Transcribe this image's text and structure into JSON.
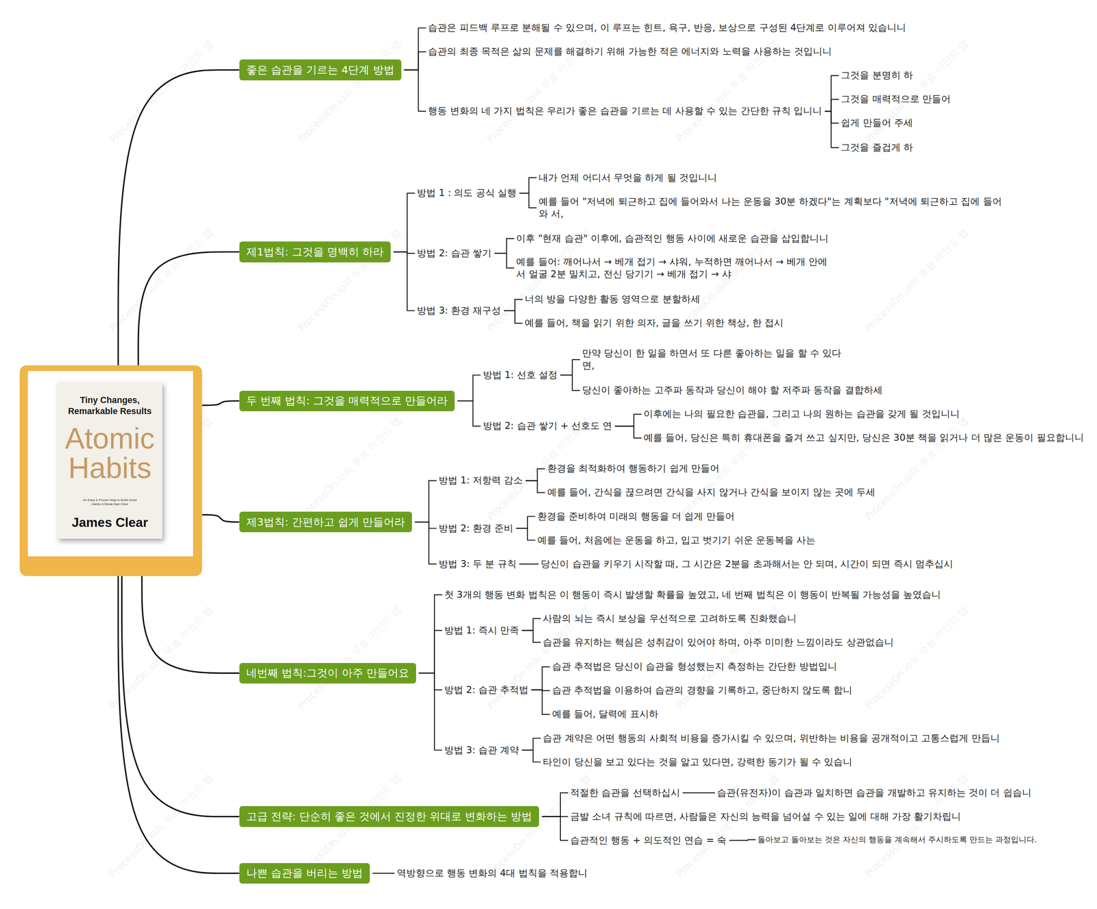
{
  "diagram": {
    "nodes": [
      {
        "text": [
          "Tiny Changes, Remarkable Results",
          "Atomic Habits",
          "An Easy & Proven Way to Build Good Habits & Break Bad Ones",
          "James Clear"
        ]
      },
      {
        "text": [
          "좋은 습관을 기르는 4단계 방법"
        ]
      },
      {
        "text": [
          "습관은 피드백 루프로 분해될 수 있으며, 이 루프는 힌트, 욕구, 반응, 보상으로 구성된 4단계로 이루어져 있습니니"
        ]
      },
      {
        "text": [
          "습관의 최종 목적은 삶의 문제를 해결하기 위해 가능한 적은 에너지와 노력을 사용하는 것입니니"
        ]
      },
      {
        "text": [
          "행동 변화의 네 가지 법칙은 우리가 좋은 습관을 기르는 데 사용할 수 있는 간단한 규칙 입니니"
        ]
      },
      {
        "text": [
          "그것을 분명히 하"
        ]
      },
      {
        "text": [
          "그것을 매력적으로 만들어"
        ]
      },
      {
        "text": [
          "쉽게 만들어 주세"
        ]
      },
      {
        "text": [
          "그것을 즐겁게 하"
        ]
      },
      {
        "text": [
          "제1법칙: 그것을 명백히 하라"
        ]
      },
      {
        "text": [
          "방법 1 : 의도 공식 실행"
        ]
      },
      {
        "text": [
          "내가 언제 어디서 무엇을 하게 될 것입니니"
        ]
      },
      {
        "text": [
          "예를 들어 \"저녁에 퇴근하고 집에 들어와서 나는 운동을 30분 하겠다\"는 계획보다 \"저녁에 퇴근하고 집에 들어와 서,"
        ]
      },
      {
        "text": [
          "방법 2: 습관 쌓기"
        ]
      },
      {
        "text": [
          "이후 \"현재 습관\" 이후에, 습관적인 행동 사이에 새로운 습관을 삽입합니니"
        ]
      },
      {
        "text": [
          "예를 들어: 깨어나서 → 베개 접기 → 샤워, 누적하면 깨어나서 → 베개 안에서 얼굴 2분 밀치고, 전신 당기기 → 베개 접기 → 샤"
        ]
      },
      {
        "text": [
          "방법 3: 환경 재구성"
        ]
      },
      {
        "text": [
          "너의 방을 다양한 활동 영역으로 분할하세"
        ]
      },
      {
        "text": [
          "예를 들어, 책을 읽기 위한 의자, 글을 쓰기 위한 책상, 한 접시"
        ]
      },
      {
        "text": [
          "두 번째 법칙: 그것을 매력적으로 만들어라"
        ]
      },
      {
        "text": [
          "방법 1: 선호 설정"
        ]
      },
      {
        "text": [
          "만약 당신이 한 일을 하면서 또 다른 좋아하는 일을 할 수 있다 면,"
        ]
      },
      {
        "text": [
          "당신이 좋아하는 고주파 동작과 당신이 해야 할 저주파 동작을 결합하세"
        ]
      },
      {
        "text": [
          "방법 2: 습관 쌓기 + 선호도 연"
        ]
      },
      {
        "text": [
          "이후에는 나의 필요한 습관을, 그리고 나의 원하는 습관을 갖게 될 것입니니"
        ]
      },
      {
        "text": [
          "예를 들어, 당신은 특히 휴대폰을 즐겨 쓰고 싶지만, 당신은 30분 책을 읽거나 더 많은 운동이 필요합니니"
        ]
      },
      {
        "text": [
          "제3법칙: 간편하고 쉽게 만들어라"
        ]
      },
      {
        "text": [
          "방법 1: 저항력 감소"
        ]
      },
      {
        "text": [
          "환경을 최적화하여 행동하기 쉽게 만들어"
        ]
      },
      {
        "text": [
          "예를 들어, 간식을 끊으려면 간식을 사지 않거나 간식을 보이지 않는 곳에 두세"
        ]
      },
      {
        "text": [
          "방법 2: 환경 준비"
        ]
      },
      {
        "text": [
          "환경을 준비하여 미래의 행동을 더 쉽게 만들어"
        ]
      },
      {
        "text": [
          "예를 들어, 처음에는 운동을 하고, 입고 벗기기 쉬운 운동복을 사는"
        ]
      },
      {
        "text": [
          "방법 3: 두 분 규칙"
        ]
      },
      {
        "text": [
          "당신이 습관을 키우기 시작할 때, 그 시간은 2분을 초과해서는 안 되며, 시간이 되면 즉시 멈추십시"
        ]
      },
      {
        "text": [
          "네번째 법칙:그것이 아주 만들어요"
        ]
      },
      {
        "text": [
          "첫 3개의 행동 변화 법칙은 이 행동이 즉시 발생할 확률을 높였고, 네 번째 법칙은 이 행동이 반복될 가능성을 높였습니"
        ]
      },
      {
        "text": [
          "방법 1: 즉시 만족"
        ]
      },
      {
        "text": [
          "사람의 뇌는 즉시 보상을 우선적으로 고려하도록 진화했습니"
        ]
      },
      {
        "text": [
          "습관을 유지하는 핵심은 성취감이 있어야 하며, 아주 미미한 느낌이라도 상관없습니"
        ]
      },
      {
        "text": [
          "방법 2: 습관 추적법"
        ]
      },
      {
        "text": [
          "습관 추적법은 당신이 습관을 형성했는지 측정하는 간단한 방법입니"
        ]
      },
      {
        "text": [
          "습관 추적법을 이용하여 습관의 경향을 기록하고, 중단하지 않도록 합니"
        ]
      },
      {
        "text": [
          "예를 들어, 달력에 표시하"
        ]
      },
      {
        "text": [
          "방법 3: 습관 계약"
        ]
      },
      {
        "text": [
          "습관 계약은 어떤 행동의 사회적 비용을 증가시킬 수 있으며, 위반하는 비용을 공개적이고 고통스럽게 만듭니"
        ]
      },
      {
        "text": [
          "타인이 당신을 보고 있다는 것을 알고 있다면, 강력한 동기가 될 수 있습니"
        ]
      },
      {
        "text": [
          "고급 전략: 단순히 좋은 것에서 진정한 위대로 변화하는 방법"
        ]
      },
      {
        "text": [
          "적절한 습관을 선택하십시"
        ]
      },
      {
        "text": [
          "습관(유전자)이 습관과 일치하면 습관을 개발하고 유지하는 것이 더 쉽습니"
        ]
      },
      {
        "text": [
          "금발 소녀 규칙에 따르면, 사람들은 자신의 능력을 넘어설 수 있는 일에 대해 가장 활기차립니"
        ]
      },
      {
        "text": [
          "습관적인 행동 + 의도적인 연습 = 숙"
        ]
      },
      {
        "text": [
          "돌아보고 돌아보는 것은 자신의 행동을 계속해서 주시하도록 만드는 과정입니다."
        ]
      },
      {
        "text": [
          "나쁜 습관을 버리는 방법"
        ]
      },
      {
        "text": [
          "역방향으로 행동 변화의 4대 법칙을 적용합니"
        ]
      }
    ],
    "edges": [
      {
        "from": 0,
        "to": 1,
        "arrow": "none"
      },
      {
        "from": 0,
        "to": 9,
        "arrow": "none"
      },
      {
        "from": 0,
        "to": 19,
        "arrow": "none"
      },
      {
        "from": 0,
        "to": 26,
        "arrow": "none"
      },
      {
        "from": 0,
        "to": 35,
        "arrow": "none"
      },
      {
        "from": 0,
        "to": 47,
        "arrow": "none"
      },
      {
        "from": 0,
        "to": 53,
        "arrow": "none"
      },
      {
        "from": 1,
        "to": 2,
        "arrow": "none"
      },
      {
        "from": 1,
        "to": 3,
        "arrow": "none"
      },
      {
        "from": 1,
        "to": 4,
        "arrow": "none"
      },
      {
        "from": 4,
        "to": 5,
        "arrow": "none"
      },
      {
        "from": 4,
        "to": 6,
        "arrow": "none"
      },
      {
        "from": 4,
        "to": 7,
        "arrow": "none"
      },
      {
        "from": 4,
        "to": 8,
        "arrow": "none"
      },
      {
        "from": 9,
        "to": 10,
        "arrow": "none"
      },
      {
        "from": 9,
        "to": 13,
        "arrow": "none"
      },
      {
        "from": 9,
        "to": 16,
        "arrow": "none"
      },
      {
        "from": 10,
        "to": 11,
        "arrow": "none"
      },
      {
        "from": 10,
        "to": 12,
        "arrow": "none"
      },
      {
        "from": 13,
        "to": 14,
        "arrow": "none"
      },
      {
        "from": 13,
        "to": 15,
        "arrow": "none"
      },
      {
        "from": 16,
        "to": 17,
        "arrow": "none"
      },
      {
        "from": 16,
        "to": 18,
        "arrow": "none"
      },
      {
        "from": 19,
        "to": 20,
        "arrow": "none"
      },
      {
        "from": 19,
        "to": 23,
        "arrow": "none"
      },
      {
        "from": 20,
        "to": 21,
        "arrow": "none"
      },
      {
        "from": 20,
        "to": 22,
        "arrow": "none"
      },
      {
        "from": 23,
        "to": 24,
        "arrow": "none"
      },
      {
        "from": 23,
        "to": 25,
        "arrow": "none"
      },
      {
        "from": 26,
        "to": 27,
        "arrow": "none"
      },
      {
        "from": 26,
        "to": 30,
        "arrow": "none"
      },
      {
        "from": 26,
        "to": 33,
        "arrow": "none"
      },
      {
        "from": 27,
        "to": 28,
        "arrow": "none"
      },
      {
        "from": 27,
        "to": 29,
        "arrow": "none"
      },
      {
        "from": 30,
        "to": 31,
        "arrow": "none"
      },
      {
        "from": 30,
        "to": 32,
        "arrow": "none"
      },
      {
        "from": 33,
        "to": 34,
        "arrow": "none"
      },
      {
        "from": 35,
        "to": 36,
        "arrow": "none"
      },
      {
        "from": 35,
        "to": 37,
        "arrow": "none"
      },
      {
        "from": 35,
        "to": 40,
        "arrow": "none"
      },
      {
        "from": 35,
        "to": 44,
        "arrow": "none"
      },
      {
        "from": 37,
        "to": 38,
        "arrow": "none"
      },
      {
        "from": 37,
        "to": 39,
        "arrow": "none"
      },
      {
        "from": 40,
        "to": 41,
        "arrow": "none"
      },
      {
        "from": 40,
        "to": 42,
        "arrow": "none"
      },
      {
        "from": 40,
        "to": 43,
        "arrow": "none"
      },
      {
        "from": 44,
        "to": 45,
        "arrow": "none"
      },
      {
        "from": 44,
        "to": 46,
        "arrow": "none"
      },
      {
        "from": 47,
        "to": 48,
        "arrow": "none"
      },
      {
        "from": 47,
        "to": 50,
        "arrow": "none"
      },
      {
        "from": 47,
        "to": 51,
        "arrow": "none"
      },
      {
        "from": 48,
        "to": 49,
        "arrow": "none"
      },
      {
        "from": 51,
        "to": 52,
        "arrow": "none"
      },
      {
        "from": 53,
        "to": 54,
        "arrow": "none"
      }
    ],
    "labels": [
      "ProcessOn.io의 무료 마인드 맵",
      "ProcessOn.io의 무료 마인드 맵",
      "ProcessOn.io의 무료 마인드 맵",
      "ProcessOn.io의 무료 마인드 맵",
      "ProcessOn.io의 무료 마인드 맵",
      "ProcessOn.io의 무료 마인드 맵",
      "ProcessOn.io의 무료 마인드 맵",
      "ProcessOn.io의 무료 마인드 맵",
      "ProcessOn.io의 무료 마인드 맵",
      "ProcessOn.io의 무료 마인드 맵",
      "ProcessOn.io의 무료 마인드 맵",
      "ProcessOn.io의 무료 마인드 맵",
      "ProcessOn.io의 무료 마인드 맵",
      "ProcessOn.io의 무료 마인드 맵",
      "ProcessOn.io의 무료 마인드 맵",
      "ProcessOn.io의 무료 마인드 맵",
      "ProcessOn.io의 무료 마인드 맵",
      "ProcessOn.io의 무료 마인드 맵",
      "ProcessOn.io의 무료 마인드 맵",
      "ProcessOn.io의 무료 마인드 맵",
      "ProcessOn.io의 무료 마인드 맵",
      "ProcessOn.io의 무료 마인드 맵",
      "ProcessOn.io의 무료 마인드 맵",
      "ProcessOn.io의 무료 마인드 맵",
      "ProcessOn.io의 무료 마인드 맵"
    ]
  }
}
